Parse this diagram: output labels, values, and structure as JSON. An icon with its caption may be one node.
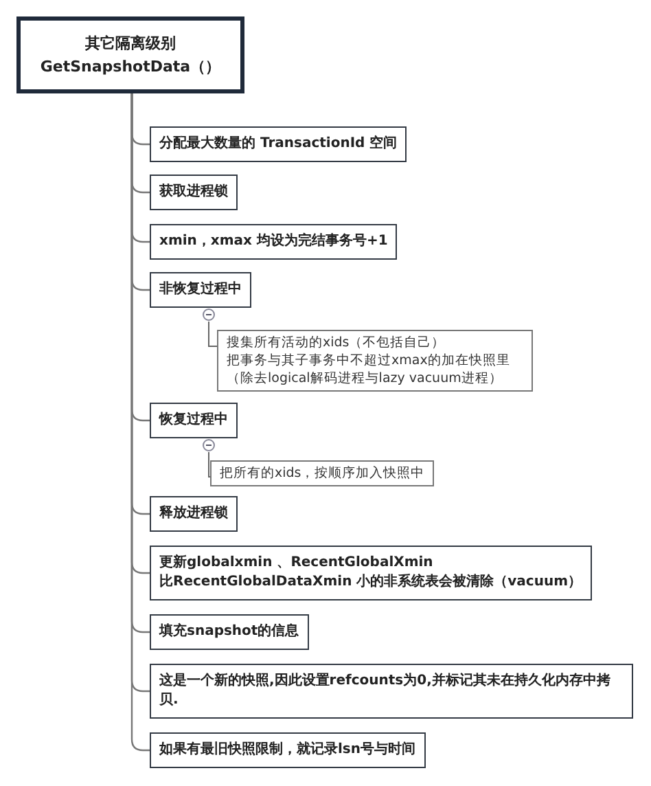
{
  "diagram": {
    "nodes": [
      {
        "text": [
          "其它隔离级别",
          "GetSnapshotData（）"
        ]
      },
      {
        "text": [
          "分配最大数量的 TransactionId 空间"
        ]
      },
      {
        "text": [
          "获取进程锁"
        ]
      },
      {
        "text": [
          "xmin，xmax 均设为完结事务号+1"
        ]
      },
      {
        "text": [
          "非恢复过程中"
        ]
      },
      {
        "text": [
          "搜集所有活动的xids（不包括自己）",
          "把事务与其子事务中不超过xmax的加在快照里（除去logical解码进程与lazy vacuum进程）"
        ]
      },
      {
        "text": [
          "恢复过程中"
        ]
      },
      {
        "text": [
          "把所有的xids，按顺序加入快照中"
        ]
      },
      {
        "text": [
          "释放进程锁"
        ]
      },
      {
        "text": [
          "更新globalxmin 、RecentGlobalXmin",
          "比RecentGlobalDataXmin 小的非系统表会被清除（vacuum）"
        ]
      },
      {
        "text": [
          "填充snapshot的信息"
        ]
      },
      {
        "text": [
          "这是一个新的快照,因此设置refcounts为0,并标记其未在持久化内存中拷贝."
        ]
      },
      {
        "text": [
          "如果有最旧快照限制，就记录lsn号与时间"
        ]
      }
    ],
    "edges": [
      {
        "from": 0,
        "to": 1,
        "arrow": "none"
      },
      {
        "from": 0,
        "to": 2,
        "arrow": "none"
      },
      {
        "from": 0,
        "to": 3,
        "arrow": "none"
      },
      {
        "from": 0,
        "to": 4,
        "arrow": "none"
      },
      {
        "from": 4,
        "to": 5,
        "arrow": "none"
      },
      {
        "from": 0,
        "to": 6,
        "arrow": "none"
      },
      {
        "from": 6,
        "to": 7,
        "arrow": "none"
      },
      {
        "from": 0,
        "to": 8,
        "arrow": "none"
      },
      {
        "from": 0,
        "to": 9,
        "arrow": "none"
      },
      {
        "from": 0,
        "to": 10,
        "arrow": "none"
      },
      {
        "from": 0,
        "to": 11,
        "arrow": "none"
      },
      {
        "from": 0,
        "to": 12,
        "arrow": "none"
      }
    ]
  }
}
